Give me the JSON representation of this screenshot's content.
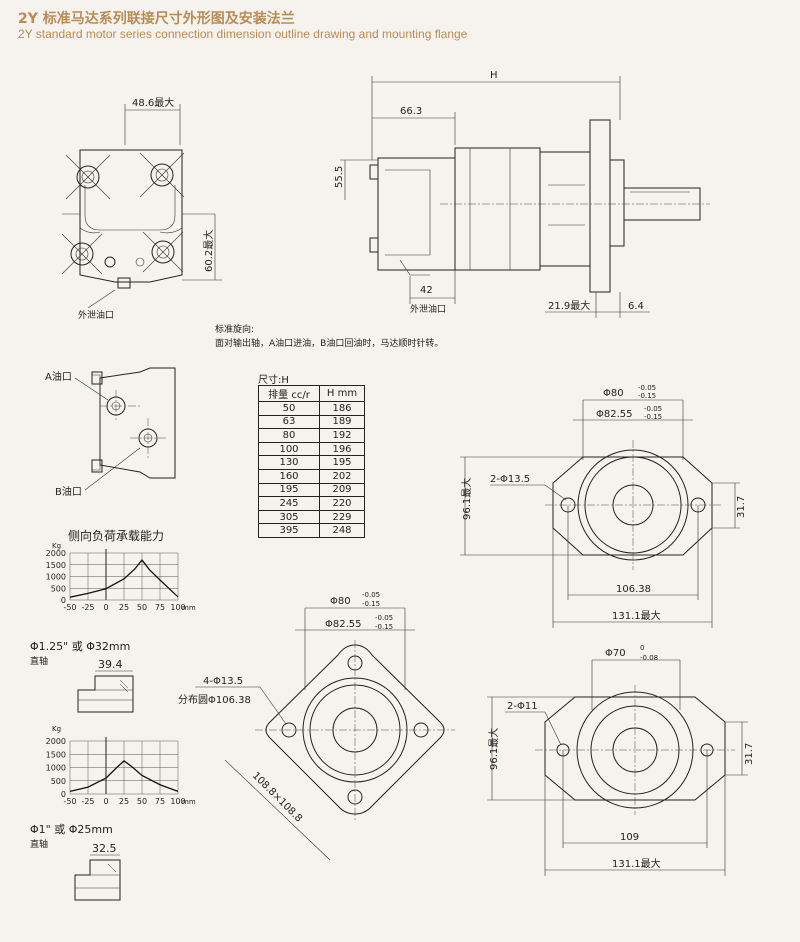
{
  "header": {
    "title_cn": "2Y 标准马达系列联接尺寸外形图及安装法兰",
    "title_en": "2Y standard motor series connection dimension outline drawing and mounting flange"
  },
  "front_view": {
    "dim_width": "48.6最大",
    "dim_height": "60.2最大",
    "drain_label": "外泄油口"
  },
  "side_view": {
    "dim_H": "H",
    "dim_66": "66.3",
    "dim_55": "55.5",
    "dim_42": "42",
    "drain_label": "外泄油口",
    "dim_21": "21.9最大",
    "dim_6": "6.4"
  },
  "rotation_note": {
    "line1": "标准旋向:",
    "line2": "面对输出轴，A油口进油，B油口回油时，马达顺时针转。"
  },
  "port_view": {
    "a_port": "A油口",
    "b_port": "B油口"
  },
  "size_table": {
    "caption": "尺寸:H",
    "headers": [
      "排量 cc/r",
      "H mm"
    ],
    "rows": [
      [
        "50",
        "186"
      ],
      [
        "63",
        "189"
      ],
      [
        "80",
        "192"
      ],
      [
        "100",
        "196"
      ],
      [
        "130",
        "195"
      ],
      [
        "160",
        "202"
      ],
      [
        "195",
        "209"
      ],
      [
        "245",
        "220"
      ],
      [
        "305",
        "229"
      ],
      [
        "395",
        "248"
      ]
    ]
  },
  "flange_2hole_a": {
    "dia1": "Φ80",
    "dia1_tol_up": "-0.05",
    "dia1_tol_lo": "-0.15",
    "dia2": "Φ82.55",
    "dia2_tol_up": "-0.05",
    "dia2_tol_lo": "-0.15",
    "holes": "2-Φ13.5",
    "height": "96.1最大",
    "offset": "31.7",
    "pitch": "106.38",
    "width": "131.1最大"
  },
  "flange_4hole": {
    "dia1": "Φ80",
    "dia1_tol_up": "-0.05",
    "dia1_tol_lo": "-0.15",
    "dia2": "Φ82.55",
    "dia2_tol_up": "-0.05",
    "dia2_tol_lo": "-0.15",
    "holes": "4-Φ13.5",
    "pcd": "分布圆Φ106.38",
    "square": "108.8×108.8"
  },
  "flange_2hole_b": {
    "dia1": "Φ70",
    "dia1_tol_up": "0",
    "dia1_tol_lo": "-0.08",
    "holes": "2-Φ11",
    "height": "96.1最大",
    "offset": "31.7",
    "pitch": "109",
    "width": "131.1最大"
  },
  "load_charts": {
    "title": "侧向负荷承载能力",
    "unit": "Kg",
    "x_unit": "mm",
    "shaft1_label1": "Φ1.25\" 或 Φ32mm",
    "shaft1_label2": "直轴",
    "shaft1_dim": "39.4",
    "shaft2_label1": "Φ1\" 或 Φ25mm",
    "shaft2_label2": "直轴",
    "shaft2_dim": "32.5"
  },
  "chart_data": [
    {
      "type": "line",
      "title": "侧向负荷承载能力",
      "ylabel": "Kg",
      "xlabel": "mm",
      "x_ticks": [
        "-50",
        "-25",
        "0",
        "25",
        "50",
        "75",
        "100"
      ],
      "y_ticks": [
        "2000",
        "1500",
        "1000",
        "500",
        "0"
      ],
      "xlim": [
        -50,
        100
      ],
      "ylim": [
        0,
        2000
      ],
      "series": [
        {
          "x": [
            -50,
            -25,
            0,
            25,
            40,
            50,
            60,
            75,
            100
          ],
          "y": [
            120,
            280,
            480,
            900,
            1320,
            1700,
            1300,
            850,
            130
          ]
        }
      ]
    },
    {
      "type": "line",
      "ylabel": "Kg",
      "xlabel": "mm",
      "x_ticks": [
        "-50",
        "-25",
        "0",
        "25",
        "50",
        "75",
        "100"
      ],
      "y_ticks": [
        "2000",
        "1500",
        "1000",
        "500",
        "0"
      ],
      "xlim": [
        -50,
        100
      ],
      "ylim": [
        0,
        2000
      ],
      "series": [
        {
          "x": [
            -50,
            -25,
            0,
            15,
            25,
            35,
            50,
            75,
            100
          ],
          "y": [
            100,
            260,
            600,
            1000,
            1250,
            1050,
            700,
            350,
            100
          ]
        }
      ]
    }
  ]
}
